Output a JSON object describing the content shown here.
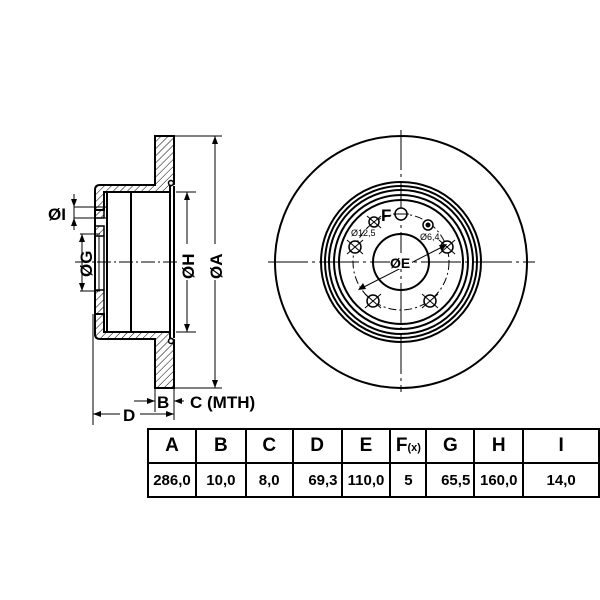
{
  "drawing": {
    "title": "Brake disc technical drawing",
    "side_view": {
      "labels": {
        "dia_i": "ØI",
        "dia_g": "ØG",
        "dia_h": "ØH",
        "dia_a": "ØA",
        "b": "B",
        "c_mth": "C (MTH)",
        "d": "D"
      }
    },
    "front_view": {
      "labels": {
        "f": "F",
        "hole_dia_large": "Ø12,5",
        "hole_dia_small": "Ø6,4",
        "dia_e": "ØE"
      },
      "bolt_holes": 5
    }
  },
  "spec_table": {
    "headers": [
      {
        "key": "A",
        "label": "A",
        "suffix": ""
      },
      {
        "key": "B",
        "label": "B",
        "suffix": ""
      },
      {
        "key": "C",
        "label": "C",
        "suffix": ""
      },
      {
        "key": "D",
        "label": "D",
        "suffix": ""
      },
      {
        "key": "E",
        "label": "E",
        "suffix": ""
      },
      {
        "key": "F",
        "label": "F",
        "suffix": "(x)"
      },
      {
        "key": "G",
        "label": "G",
        "suffix": ""
      },
      {
        "key": "H",
        "label": "H",
        "suffix": ""
      },
      {
        "key": "I",
        "label": "I",
        "suffix": ""
      }
    ],
    "values": [
      "286,0",
      "10,0",
      "8,0",
      "69,3",
      "110,0",
      "5",
      "65,5",
      "160,0",
      "14,0"
    ]
  }
}
